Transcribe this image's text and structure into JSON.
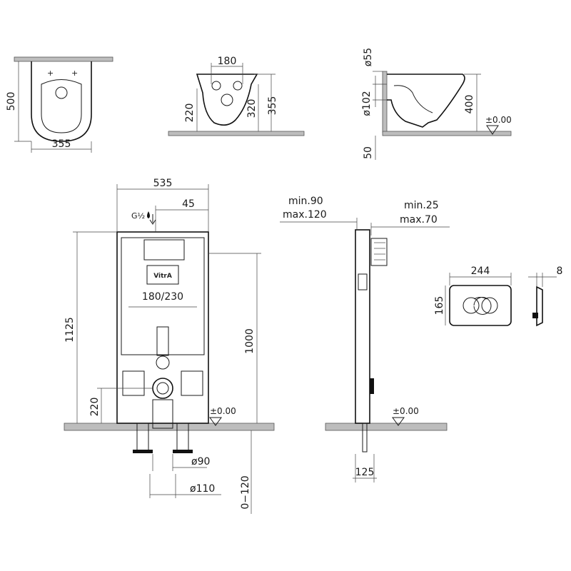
{
  "bowl_plan": {
    "depth": "500",
    "width": "355"
  },
  "bowl_front": {
    "bolt_spacing": "180",
    "height_from_floor": "220",
    "height_320": "320",
    "height_355": "355"
  },
  "bowl_side": {
    "top_offset": "ø55",
    "inlet_dia": "ø102",
    "rim_height": "400",
    "floor_level": "±0.00",
    "below_floor": "50"
  },
  "frame_front": {
    "width": "535",
    "offset": "45",
    "water_icon_label": "G½",
    "logo": "VitrA",
    "bolt_distance": "180/230",
    "total_height": "1125",
    "cistern_height": "1000",
    "waste_height": "220",
    "floor_level": "±0.00",
    "waste_dia_inner": "ø90",
    "waste_dia_outer": "ø110",
    "leg_adjust": "0−120"
  },
  "frame_side": {
    "wall_gap_min": "min.90",
    "wall_gap_max": "max.120",
    "plate_gap_min": "min.25",
    "plate_gap_max": "max.70",
    "floor_level": "±0.00",
    "depth": "125"
  },
  "flush_plate": {
    "width": "244",
    "height": "165",
    "thickness": "8"
  }
}
